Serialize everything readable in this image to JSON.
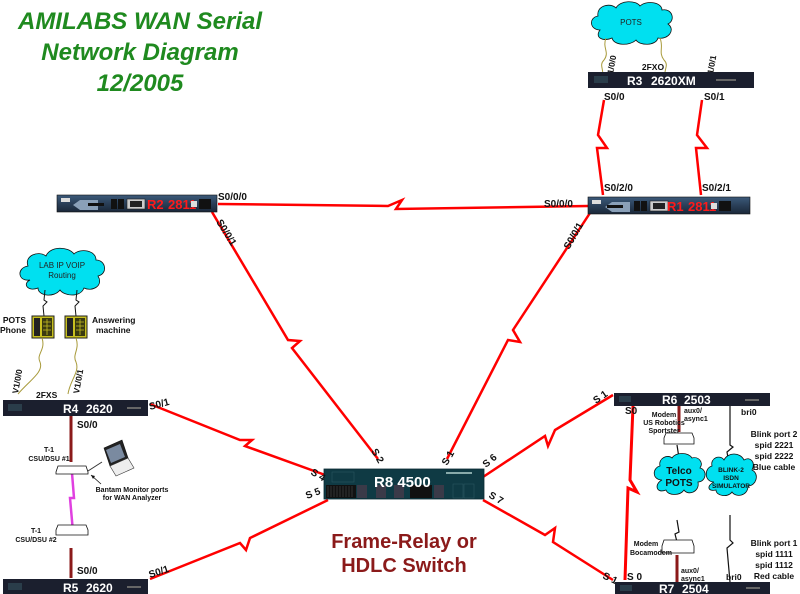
{
  "title": {
    "line1": "AMILABS WAN Serial",
    "line2": "Network Diagram",
    "line3": "12/2005"
  },
  "colors": {
    "title": "#1f8a1f",
    "serial_link": "#ff0000",
    "router_body": "#1b1f2e",
    "switch_body": "#0f3a44",
    "cloud_fill": "#00e0f0",
    "phone_line": "#a89a3a",
    "csu_link": "#8b1a1a",
    "t1_link": "#e040e0",
    "switch_caption": "#8b1a1a"
  },
  "routers": {
    "r1": {
      "name": "R1",
      "model": "2811",
      "ports": {
        "s000": "S0/0/0",
        "s001": "S0/0/1",
        "s020": "S0/2/0",
        "s021": "S0/2/1"
      }
    },
    "r2": {
      "name": "R2",
      "model": "2811",
      "ports": {
        "s000": "S0/0/0",
        "s001": "S0/0/1"
      }
    },
    "r3": {
      "name": "R3",
      "model": "2620XM",
      "ports": {
        "s00": "S0/0",
        "s01": "S0/1",
        "v100": "V1/0/0",
        "v101": "V1/0/1"
      },
      "card": "2FXO"
    },
    "r4": {
      "name": "R4",
      "model": "2620",
      "ports": {
        "s00": "S0/0",
        "s01": "S0/1",
        "v100": "V1/0/0",
        "v101": "V1/0/1"
      },
      "card": "2FXS"
    },
    "r5": {
      "name": "R5",
      "model": "2620",
      "ports": {
        "s00": "S0/0",
        "s01": "S0/1"
      }
    },
    "r6": {
      "name": "R6",
      "model": "2503",
      "ports": {
        "s0": "S0",
        "s1": "S 1",
        "aux": "aux0/",
        "async": "async1",
        "bri": "bri0"
      }
    },
    "r7": {
      "name": "R7",
      "model": "2504",
      "ports": {
        "s0": "S 0",
        "s1": "S 1",
        "aux": "aux0/",
        "async": "async1",
        "bri": "bri0"
      }
    },
    "r8": {
      "label": "R8 4500",
      "ports": {
        "s1": "S 1",
        "s2": "S 2",
        "s4": "S 4",
        "s5": "S 5",
        "s6": "S 6",
        "s7": "S 7"
      }
    }
  },
  "clouds": {
    "pots": "POTS",
    "lab_voip_1": "LAB IP VOIP",
    "lab_voip_2": "Routing",
    "telco_1": "Telco",
    "telco_2": "POTS",
    "blink_1": "BLINK-2",
    "blink_2": "ISDN",
    "blink_3": "SIMULATOR"
  },
  "devices": {
    "pots_phone_1": "POTS",
    "pots_phone_2": "Phone",
    "answering_1": "Answering",
    "answering_2": "machine",
    "csu1_1": "T-1",
    "csu1_2": "CSU/DSU #1",
    "csu2_1": "T-1",
    "csu2_2": "CSU/DSU #2",
    "bantam_1": "Bantam Monitor ports",
    "bantam_2": "for WAN Analyzer",
    "modem_us_1": "Modem",
    "modem_us_2": "US Robotics",
    "modem_us_3": "Sportster",
    "modem_boca_1": "Modem",
    "modem_boca_2": "Bocamodem"
  },
  "notes": {
    "blink2": [
      "Blink port 2",
      "spid 2221",
      "spid 2222",
      "Blue cable"
    ],
    "blink1": [
      "Blink port 1",
      "spid 1111",
      "spid 1112",
      "Red cable"
    ]
  },
  "switch_caption": {
    "line1": "Frame-Relay or",
    "line2": "HDLC Switch"
  }
}
